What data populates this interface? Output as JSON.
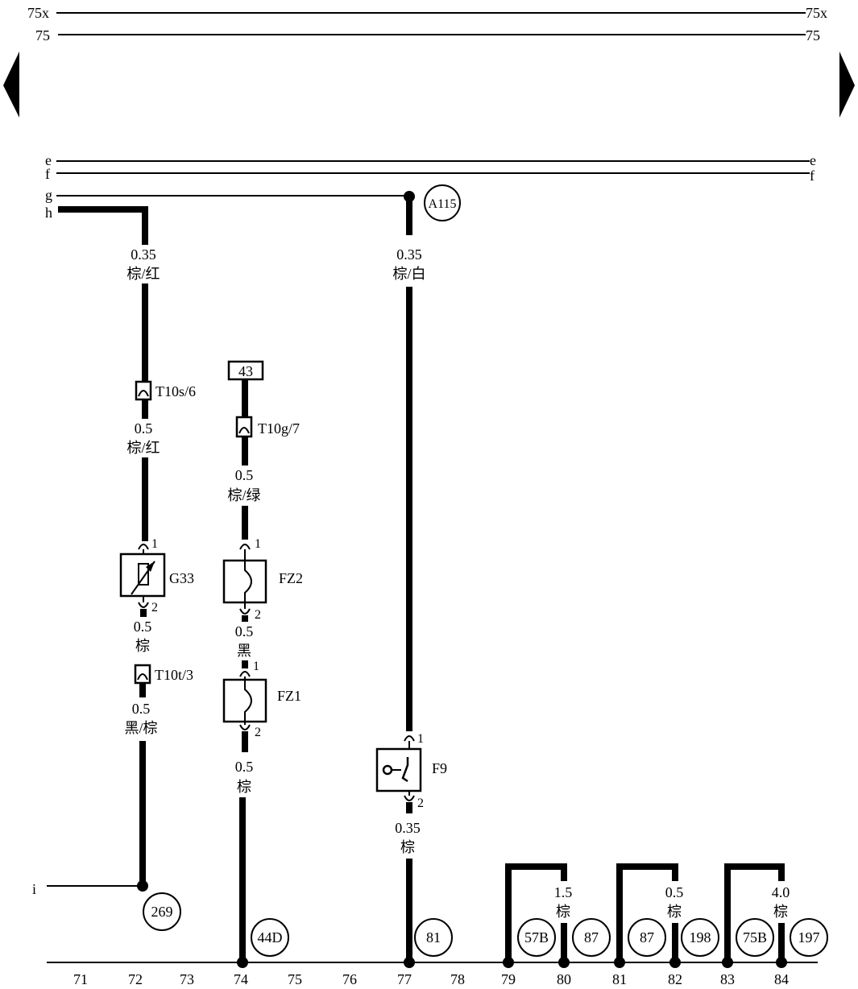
{
  "bus_lines": {
    "l75x_left": "75x",
    "l75x_right": "75x",
    "l75_left": "75",
    "l75_right": "75",
    "e_left": "e",
    "e_right": "e",
    "f_left": "f",
    "f_right": "f",
    "g_left": "g",
    "h_left": "h",
    "i_left": "i"
  },
  "nav": {
    "left_arrow_icon": "triangle-left-icon",
    "right_arrow_icon": "triangle-right-icon"
  },
  "wires": {
    "w72_top": {
      "size": "0.35",
      "color": "棕/红"
    },
    "w72_mid": {
      "size": "0.5",
      "color": "棕/红"
    },
    "w72_g33_out": {
      "size": "0.5",
      "color": "棕"
    },
    "w72_bottom": {
      "size": "0.5",
      "color": "黑/棕"
    },
    "w74_top": {
      "size": "0.5",
      "color": "棕/绿"
    },
    "w74_mid": {
      "size": "0.5",
      "color": "黑"
    },
    "w74_bottom": {
      "size": "0.5",
      "color": "棕"
    },
    "w77_top": {
      "size": "0.35",
      "color": "棕/白"
    },
    "w77_bottom": {
      "size": "0.35",
      "color": "棕"
    },
    "w80": {
      "size": "1.5",
      "color": "棕"
    },
    "w82": {
      "size": "0.5",
      "color": "棕"
    },
    "w84": {
      "size": "4.0",
      "color": "棕"
    }
  },
  "connectors": {
    "t10s6": "T10s/6",
    "t10g7": "T10g/7",
    "t10t3": "T10t/3"
  },
  "components": {
    "g33": {
      "label": "G33",
      "pin1": "1",
      "pin2": "2"
    },
    "fz2": {
      "label": "FZ2",
      "pin1": "1",
      "pin2": "2"
    },
    "fz1": {
      "label": "FZ1",
      "pin1": "1",
      "pin2": "2"
    },
    "f9": {
      "label": "F9",
      "pin1": "1",
      "pin2": "2"
    }
  },
  "ref_box": "43",
  "ref_circles": {
    "a115": "A115",
    "c269": "269",
    "c44d": "44D",
    "c81": "81",
    "c57b": "57B",
    "c87a": "87",
    "c87b": "87",
    "c198": "198",
    "c75b": "75B",
    "c197": "197"
  },
  "ground_numbers": [
    "71",
    "72",
    "73",
    "74",
    "75",
    "76",
    "77",
    "78",
    "79",
    "80",
    "81",
    "82",
    "83",
    "84"
  ]
}
